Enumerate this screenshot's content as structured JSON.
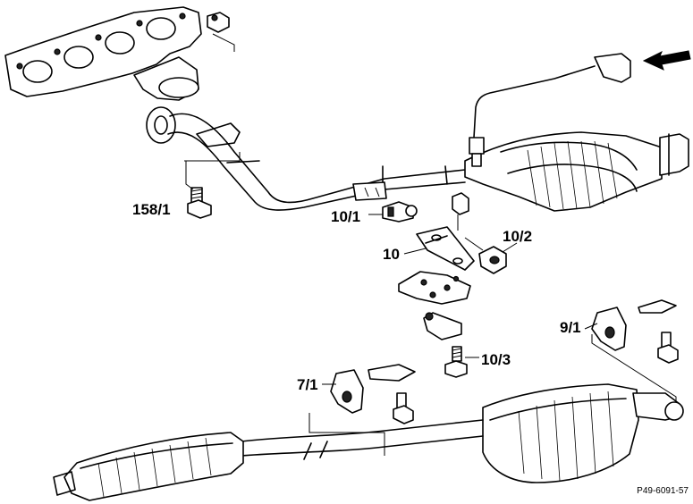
{
  "labels": {
    "l158_1": "158/1",
    "l10_1": "10/1",
    "l10": "10",
    "l10_2": "10/2",
    "l10_3": "10/3",
    "l9_1": "9/1",
    "l7_1": "7/1"
  },
  "reference": "P49-6091-57"
}
